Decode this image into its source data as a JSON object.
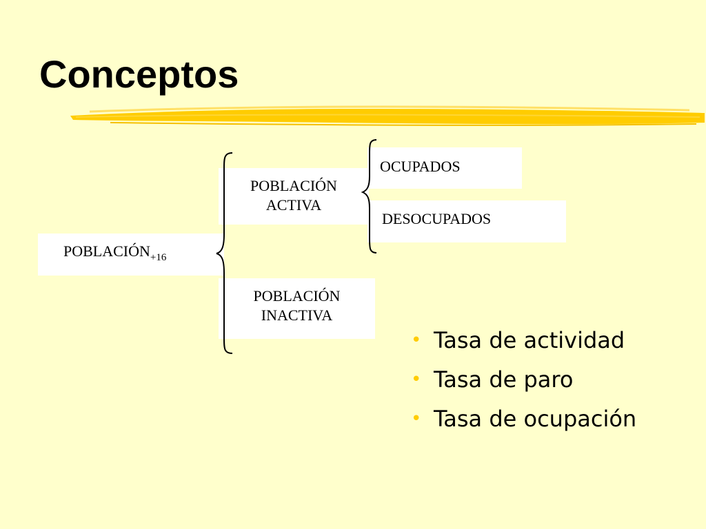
{
  "slide": {
    "title": "Conceptos"
  },
  "diagram": {
    "root": {
      "label": "POBLACIÓN",
      "subscript": "+16"
    },
    "activa": {
      "line1": "POBLACIÓN",
      "line2": "ACTIVA"
    },
    "inactiva": {
      "line1": "POBLACIÓN",
      "line2": "INACTIVA"
    },
    "ocupados": {
      "label": "OCUPADOS"
    },
    "desocupados": {
      "label": "DESOCUPADOS"
    }
  },
  "bullets": {
    "items": [
      {
        "text": "Tasa de actividad"
      },
      {
        "text": "Tasa de paro"
      },
      {
        "text": "Tasa de ocupación"
      }
    ],
    "marker_color": "#ffcc00"
  },
  "colors": {
    "background": "#ffffcc",
    "brush": "#ffcc00"
  }
}
